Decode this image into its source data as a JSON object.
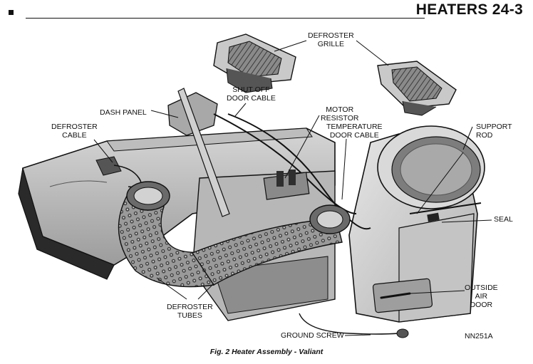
{
  "header": {
    "section_title": "HEATERS 24-3"
  },
  "figure": {
    "callouts": {
      "defroster_grille": [
        "DEFROSTER",
        "GRILLE"
      ],
      "shut_off_door_cable": [
        "SHUT OFF",
        "DOOR CABLE"
      ],
      "motor_resistor": [
        "MOTOR",
        "RESISTOR"
      ],
      "temperature_door_cable": [
        "TEMPERATURE",
        "DOOR CABLE"
      ],
      "support_rod": [
        "SUPPORT",
        "ROD"
      ],
      "dash_panel": "DASH PANEL",
      "defroster_cable": [
        "DEFROSTER",
        "CABLE"
      ],
      "seal": "SEAL",
      "outside_air_door": [
        "OUTSIDE",
        "AIR",
        "DOOR"
      ],
      "defroster_tubes": [
        "DEFROSTER",
        "TUBES"
      ],
      "ground_screw": "GROUND SCREW"
    },
    "figure_code": "NN251A",
    "caption": "Fig. 2 Heater Assembly - Valiant"
  }
}
